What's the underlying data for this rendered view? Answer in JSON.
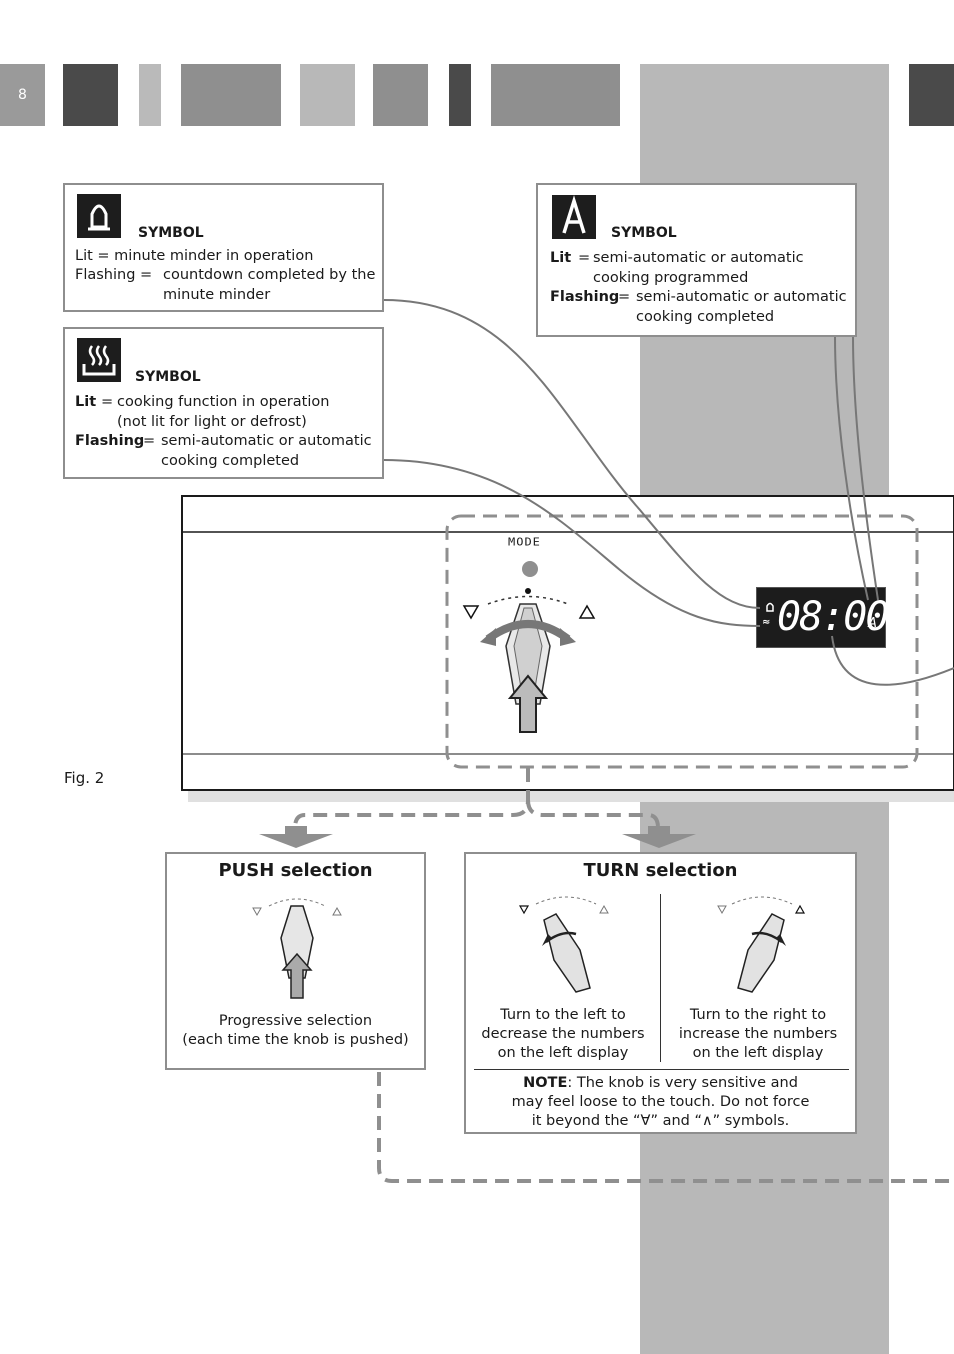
{
  "page": {
    "number": "8",
    "figure_label": "Fig. 2"
  },
  "bell_box": {
    "title": "SYMBOL",
    "line1": "Lit = minute minder in operation",
    "line2_label": "Flashing =",
    "line2_value": "countdown completed by the",
    "line3_value": "minute minder"
  },
  "auto_box": {
    "title": "SYMBOL",
    "lit_label": "Lit",
    "lit_eq": "=",
    "lit_value1": "semi-automatic or automatic",
    "lit_value2": "cooking programmed",
    "flash_label": "Flashing",
    "flash_eq": "=",
    "flash_value1": "semi-automatic or automatic",
    "flash_value2": "cooking completed"
  },
  "cook_box": {
    "title": "SYMBOL",
    "lit_label": "Lit",
    "lit_eq": "=",
    "lit_value1": "cooking function in operation",
    "lit_value2": "(not lit for light or defrost)",
    "flash_label": "Flashing",
    "flash_eq": "=",
    "flash_value1": "semi-automatic or automatic",
    "flash_value2": "cooking completed"
  },
  "panel": {
    "mode_label": "MODE",
    "display_time": "08:00",
    "display_a": "A"
  },
  "push": {
    "title": "PUSH selection",
    "line1": "Progressive selection",
    "line2": "(each time the knob is pushed)"
  },
  "turn": {
    "title": "TURN selection",
    "left_line1": "Turn to the left to",
    "left_line2": "decrease the numbers",
    "left_line3": "on the left display",
    "right_line1": "Turn to the right to",
    "right_line2": "increase the numbers",
    "right_line3": "on the left display",
    "note_label": "NOTE",
    "note_line1": ": The knob is very sensitive and",
    "note_line2": "may feel loose to the touch. Do not force",
    "note_line3": "it beyond the “∀” and “∧” symbols."
  },
  "colors": {
    "dark": "#4a4a4a",
    "mid": "#8f8f8f",
    "light": "#b8b8b8",
    "display_bg": "#1c1c1c"
  },
  "icons": [
    "bell-icon",
    "auto-a-icon",
    "steam-icon",
    "knob-icon",
    "arrow-icon"
  ]
}
